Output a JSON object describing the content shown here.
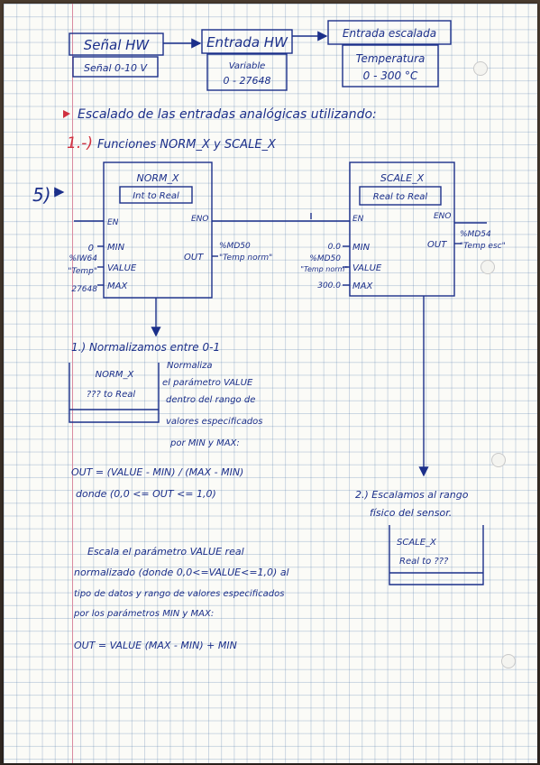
{
  "top_boxes": {
    "box1_title": "Señal HW",
    "box1_sub": "Señal 0-10 V",
    "box2_title": "Entrada HW",
    "box2_sub1": "Variable",
    "box2_sub2": "0 - 27648",
    "box3_title": "Entrada escalada",
    "box3_sub1": "Temperatura",
    "box3_sub2": "0 - 300 °C"
  },
  "heading": "Escalado de las entradas analógicas utilizando:",
  "section1": {
    "number": "1.-)",
    "title": "Funciones NORM_X y SCALE_X"
  },
  "side_mark": "5)",
  "norm_block": {
    "name": "NORM_X",
    "type": "Int to Real",
    "en": "EN",
    "eno": "ENO",
    "min": "MIN",
    "value": "VALUE",
    "max": "MAX",
    "out": "OUT",
    "min_val": "0",
    "value_addr": "%IW64",
    "value_tag": "\"Temp\"",
    "max_val": "27648",
    "out_addr": "%MD50",
    "out_tag": "\"Temp norm\""
  },
  "scale_block": {
    "name": "SCALE_X",
    "type": "Real to Real",
    "en": "EN",
    "eno": "ENO",
    "min": "MIN",
    "value": "VALUE",
    "max": "MAX",
    "out": "OUT",
    "min_val": "0.0",
    "value_addr": "%MD50",
    "value_tag": "\"Temp norm\"",
    "max_val": "300.0",
    "out_addr": "%MD54",
    "out_tag": "\"Temp esc\""
  },
  "step1": {
    "title": "1.) Normalizamos entre 0-1",
    "box_name": "NORM_X",
    "box_type": "??? to Real",
    "desc": [
      "Normaliza",
      "el parámetro VALUE",
      "dentro del rango de",
      "valores especificados",
      "por MIN y MAX:"
    ],
    "formula": "OUT = (VALUE - MIN) / (MAX - MIN)",
    "where": "donde (0,0 <= OUT <= 1,0)"
  },
  "step2": {
    "title": [
      "2.) Escalamos al rango",
      "físico del sensor."
    ],
    "box_name": "SCALE_X",
    "box_type": "Real to ???"
  },
  "scale_desc": {
    "lines": [
      "Escala el parámetro VALUE real",
      "normalizado (donde 0,0<=VALUE<=1,0) al",
      "tipo de datos y rango de valores especificados",
      "por los parámetros MIN y MAX:"
    ],
    "formula": "OUT = VALUE (MAX - MIN) + MIN"
  },
  "colors": {
    "ink": "#1b2f8a",
    "red": "#d03040",
    "grid": "#7ea0c8"
  }
}
